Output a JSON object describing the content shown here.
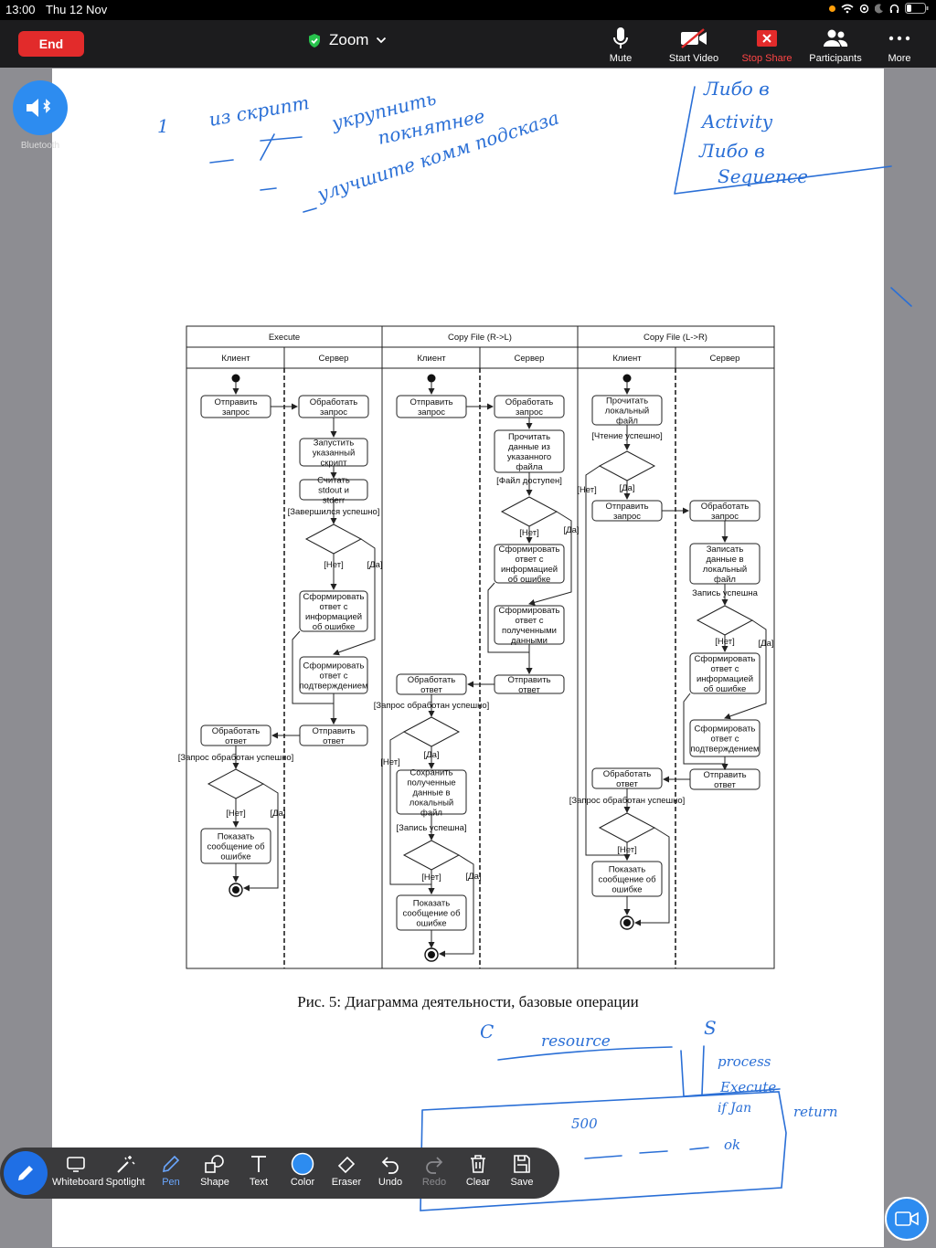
{
  "status": {
    "time": "13:00",
    "date": "Thu 12 Nov"
  },
  "zoom": {
    "end_label": "End",
    "title": "Zoom",
    "items": [
      {
        "label": "Mute",
        "icon": "microphone-icon"
      },
      {
        "label": "Start Video",
        "icon": "video-off-icon"
      },
      {
        "label": "Stop Share",
        "icon": "stop-share-icon"
      },
      {
        "label": "Participants",
        "icon": "participants-icon"
      },
      {
        "label": "More",
        "icon": "more-icon"
      }
    ],
    "stop_color": "#ff4545",
    "accent": "#2d8cf0"
  },
  "audio": {
    "label": "Bluetooth"
  },
  "diagram": {
    "sections": [
      "Execute",
      "Copy File (R->L)",
      "Copy File (L->R)"
    ],
    "lanes": [
      "Клиент",
      "Сервер",
      "Клиент",
      "Сервер",
      "Клиент",
      "Сервер"
    ],
    "col1": {
      "c_send": "Отправить запрос",
      "s_process": "Обработать запрос",
      "s_run": "Запустить указанный скрипт",
      "s_read": "Считать stdout и stderr",
      "g_done": "[Завершился успешно]",
      "g_no": "[Нет]",
      "g_yes": "[Да]",
      "s_err": "Сформировать ответ с информацией об ошибке",
      "s_conf": "Сформировать ответ с подтверждением",
      "s_send": "Отправить ответ",
      "c_process": "Обработать ответ",
      "g_req_ok": "[Запрос обработан успешно]",
      "c_g_no": "[Нет]",
      "c_g_yes": "[Да]",
      "c_show": "Показать сообщение об ошибке"
    },
    "col2": {
      "c_send": "Отправить запрос",
      "s_process": "Обработать запрос",
      "s_read": "Прочитать данные из указанного файла",
      "g_avail": "[Файл доступен]",
      "g_no": "[Нет]",
      "g_yes": "[Да]",
      "s_err": "Сформировать ответ с информацией об ошибке",
      "s_data": "Сформировать ответ с полученными данными",
      "s_send": "Отправить ответ",
      "c_process": "Обработать ответ",
      "g_req_ok": "[Запрос обработан успешно]",
      "c_g_no": "[Нет]",
      "c_g_yes": "[Да]",
      "c_save": "Сохранить полученные данные в локальный файл",
      "g_write": "[Запись успешна]",
      "w_no": "[Нет]",
      "w_yes": "[Да]",
      "c_show": "Показать сообщение об ошибке"
    },
    "col3": {
      "c_read": "Прочитать локальный файл",
      "g_read_ok": "[Чтение успешно]",
      "g_no": "[Нет]",
      "g_yes": "[Да]",
      "c_send": "Отправить запрос",
      "s_process": "Обработать запрос",
      "s_write": "Записать данные в локальный файл",
      "g_write": "Запись успешна",
      "s_no": "[Нет]",
      "s_yes": "[Да]",
      "s_err": "Сформировать ответ с информацией об ошибке",
      "s_conf": "Сформировать ответ с подтверждением",
      "s_send": "Отправить ответ",
      "c_process": "Обработать ответ",
      "g_req_ok": "[Запрос обработан успешно]",
      "c_g_no": "[Нет]",
      "c_show": "Показать сообщение об ошибке"
    },
    "caption": "Рис. 5: Диаграмма деятельности, базовые операции"
  },
  "annotations": {
    "ink_color": "#2a6fd6",
    "tl": [
      "1",
      "из скрипт",
      "укрупнить",
      "покнятнее",
      "улучшите комм подсказа"
    ],
    "tr": [
      "Либо в",
      "Activity",
      "Либо в",
      "Sequence"
    ],
    "bottom": [
      "C",
      "S",
      "resource",
      "process",
      "Execute",
      "if Jan",
      "return",
      "500",
      "ok"
    ]
  },
  "toolbar": {
    "tools": [
      {
        "label": "Whiteboard",
        "icon": "whiteboard-icon"
      },
      {
        "label": "Spotlight",
        "icon": "spotlight-icon"
      },
      {
        "label": "Pen",
        "icon": "pen-icon"
      },
      {
        "label": "Shape",
        "icon": "shape-icon"
      },
      {
        "label": "Text",
        "icon": "text-icon"
      },
      {
        "label": "Color",
        "icon": "color-icon"
      },
      {
        "label": "Eraser",
        "icon": "eraser-icon"
      },
      {
        "label": "Undo",
        "icon": "undo-icon"
      },
      {
        "label": "Redo",
        "icon": "redo-icon"
      },
      {
        "label": "Clear",
        "icon": "clear-icon"
      },
      {
        "label": "Save",
        "icon": "save-icon"
      }
    ],
    "active": "Pen",
    "active_color": "#6aa7ff"
  }
}
